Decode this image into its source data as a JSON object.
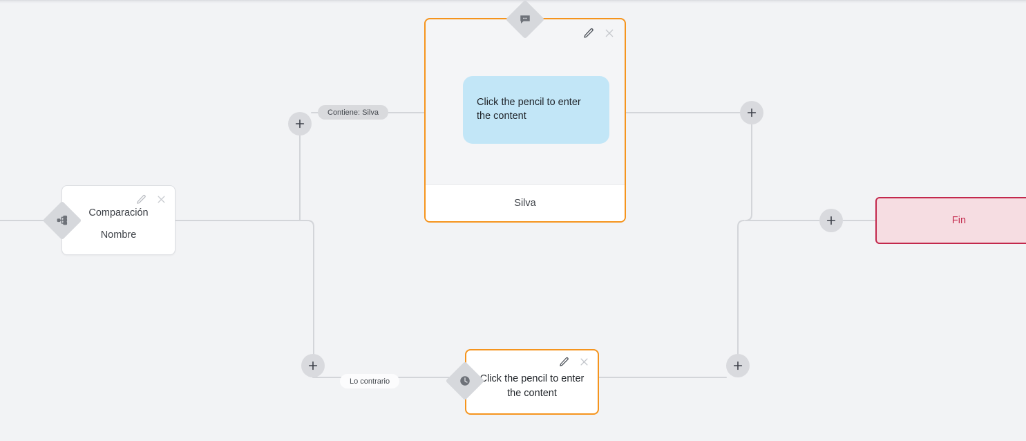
{
  "app": {
    "canvas_background": "#f2f3f5",
    "accent_orange": "#f5941d",
    "accent_crimson": "#c3284c",
    "bubble_blue": "#c2e6f7"
  },
  "nodes": {
    "comparacion": {
      "title_line1": "Comparación",
      "title_line2": "Nombre",
      "handle_icon": "branch-icon",
      "edit_icon": "pencil-icon",
      "close_icon": "close-icon"
    },
    "message_top": {
      "bubble_text": "Click the pencil to enter the content",
      "footer_label": "Silva",
      "handle_icon": "message-bubble-icon",
      "edit_icon": "pencil-icon",
      "close_icon": "close-icon"
    },
    "message_bottom": {
      "body_text": "Click the pencil to enter the content",
      "handle_icon": "clock-icon",
      "edit_icon": "pencil-icon",
      "close_icon": "close-icon"
    },
    "fin": {
      "label": "Fin"
    }
  },
  "edge_labels": {
    "contiene": "Contiene: Silva",
    "contrario": "Lo contrario"
  },
  "add_buttons": {
    "top_left": "+",
    "top_right": "+",
    "bottom_left": "+",
    "bottom_right": "+",
    "fin": "+"
  }
}
